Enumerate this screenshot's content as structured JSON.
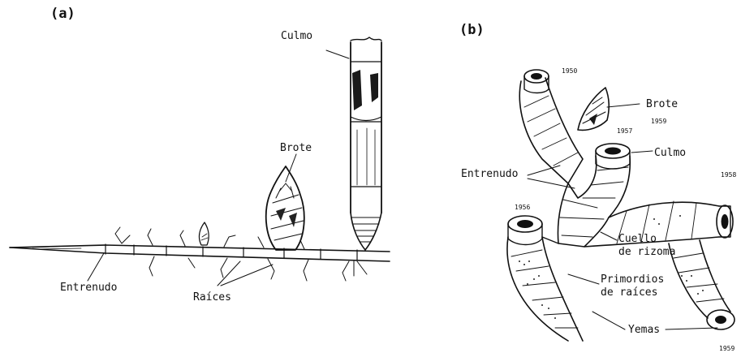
{
  "panel_a": {
    "letter": "(a)",
    "labels": {
      "culmo": "Culmo",
      "brote": "Brote",
      "entrenudo": "Entrenudo",
      "raices": "Raíces"
    }
  },
  "panel_b": {
    "letter": "(b)",
    "labels": {
      "brote": "Brote",
      "culmo": "Culmo",
      "entrenudo": "Entrenudo",
      "cuello_line1": "Cuello",
      "cuello_line2": "de rizoma",
      "primordios_line1": "Primordios",
      "primordios_line2": "de raíces",
      "yemas": "Yemas"
    },
    "years": {
      "y1950_top": "1950",
      "y1959": "1959",
      "y1957": "1957",
      "y1958": "1958",
      "y1956": "1956",
      "y1959_bottom": "1959"
    }
  }
}
